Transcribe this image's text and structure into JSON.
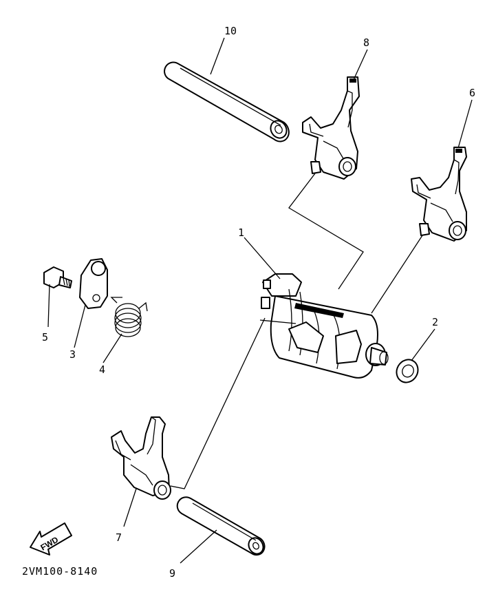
{
  "callouts": {
    "c1": "1",
    "c2": "2",
    "c3": "3",
    "c4": "4",
    "c5": "5",
    "c6": "6",
    "c7": "7",
    "c8": "8",
    "c9": "9",
    "c10": "10"
  },
  "fwd_label": "FWD",
  "diagram_code": "2VM100-8140"
}
